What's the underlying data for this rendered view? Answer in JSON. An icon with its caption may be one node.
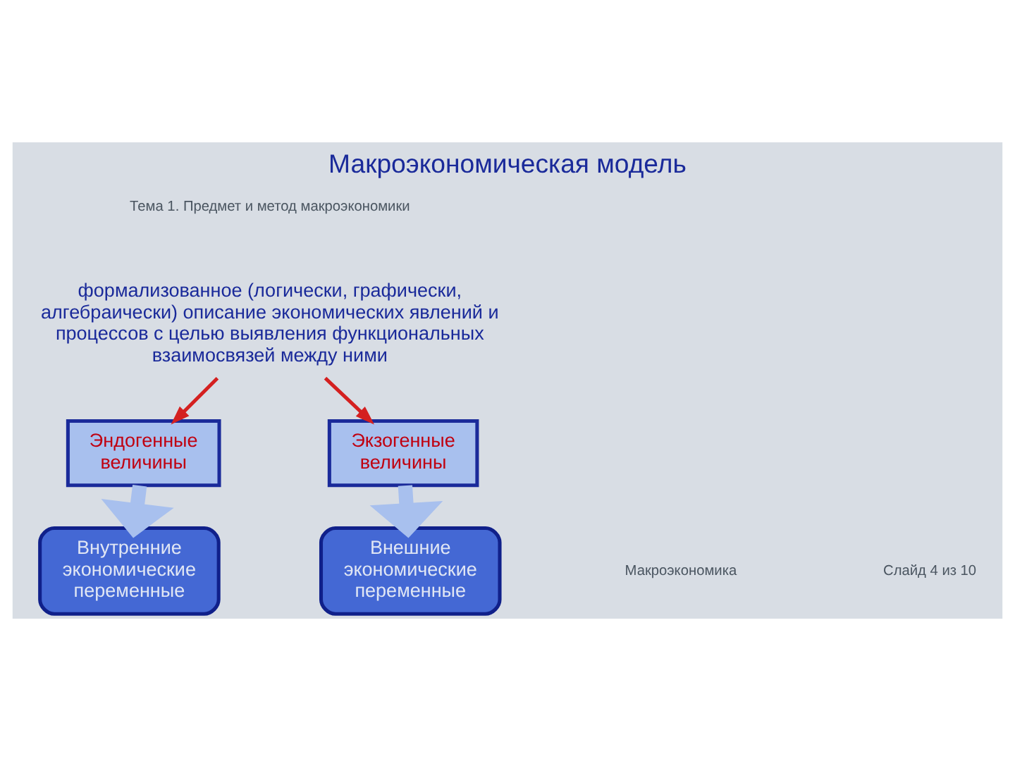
{
  "diagram": {
    "title": "Макроэкономическая модель",
    "nodes": [
      {
        "text": [
          "формализованное (логически, графически, алгебраически) описание экономических явлений и процессов с целью выявления функциональных взаимосвязей между ними"
        ]
      },
      {
        "text": [
          "Эндогенные величины"
        ]
      },
      {
        "text": [
          "Экзогенные величины"
        ]
      },
      {
        "text": [
          "Внутренние экономические переменные"
        ]
      },
      {
        "text": [
          "Внешние экономические переменные"
        ]
      }
    ],
    "edges": [
      {
        "from": 0,
        "to": 1,
        "arrow": "to",
        "color": "#d42020"
      },
      {
        "from": 0,
        "to": 2,
        "arrow": "to",
        "color": "#d42020"
      },
      {
        "from": 1,
        "to": 3,
        "arrow": "to",
        "style": "thick",
        "color": "#a8c0ee"
      },
      {
        "from": 2,
        "to": 4,
        "arrow": "to",
        "style": "thick",
        "color": "#a8c0ee"
      }
    ],
    "labels": [
      "Тема 1. Предмет и метод макроэкономики",
      "Макроэкономика",
      "Слайд 4 из 10"
    ]
  }
}
